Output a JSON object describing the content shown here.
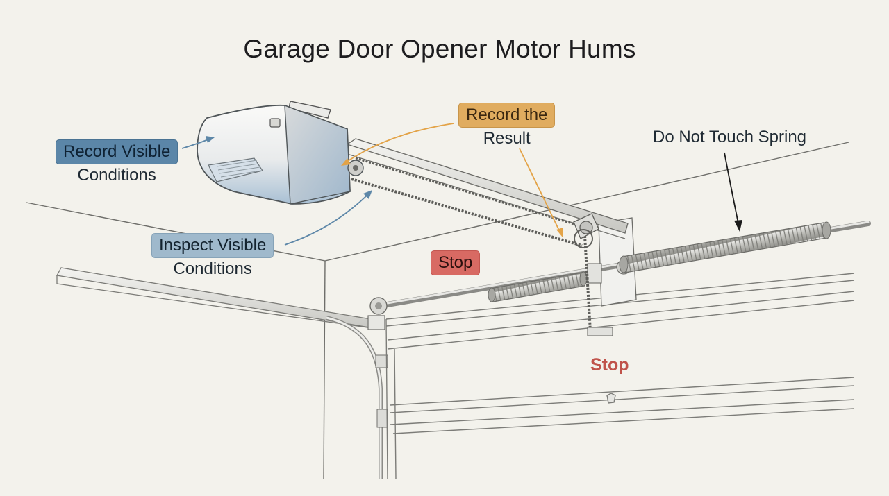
{
  "title": "Garage Door Opener Motor Hums",
  "callouts": {
    "record_visible": {
      "line1": "Record Visible",
      "line2": "Conditions"
    },
    "inspect_visible": {
      "line1": "Inspect Visible",
      "line2": "Conditions"
    },
    "record_result": {
      "line1": "Record the",
      "line2": "Result"
    },
    "do_not_touch": "Do Not Touch Spring",
    "stop_tag": "Stop",
    "stop_text": "Stop"
  },
  "colors": {
    "blue_tag": "#5b86a8",
    "light_blue_tag": "#9fb9cc",
    "orange_tag": "#e0ac5f",
    "red_tag": "#d86a63",
    "stop_text": "#c0524a",
    "arrow_blue": "#5d87a8",
    "arrow_orange": "#e3a347",
    "arrow_black": "#1b1b1b"
  }
}
